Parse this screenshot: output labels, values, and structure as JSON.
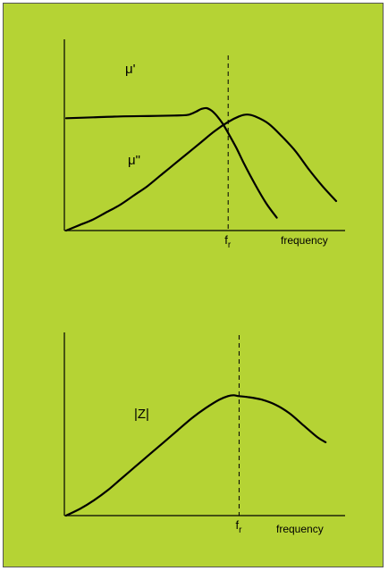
{
  "chart_data": [
    {
      "type": "line",
      "title": "",
      "xlabel": "frequency",
      "ylabel": "",
      "grid": false,
      "markers": [
        {
          "x": 0.6,
          "label_main": "f",
          "label_sub": "r"
        }
      ],
      "series": [
        {
          "name": "μ'",
          "x": [
            0.0,
            0.1,
            0.2,
            0.3,
            0.4,
            0.45,
            0.48,
            0.5,
            0.52,
            0.54,
            0.56,
            0.58,
            0.6,
            0.63,
            0.66,
            0.7,
            0.74,
            0.78
          ],
          "y": [
            0.61,
            0.615,
            0.62,
            0.622,
            0.625,
            0.628,
            0.645,
            0.66,
            0.665,
            0.65,
            0.62,
            0.58,
            0.53,
            0.45,
            0.36,
            0.25,
            0.15,
            0.07
          ]
        },
        {
          "name": "μ\"",
          "x": [
            0.0,
            0.05,
            0.1,
            0.15,
            0.2,
            0.25,
            0.3,
            0.35,
            0.4,
            0.45,
            0.5,
            0.55,
            0.6,
            0.64,
            0.67,
            0.7,
            0.75,
            0.8,
            0.85,
            0.9,
            0.95,
            1.0
          ],
          "y": [
            0.0,
            0.03,
            0.06,
            0.1,
            0.14,
            0.19,
            0.24,
            0.3,
            0.36,
            0.42,
            0.48,
            0.54,
            0.59,
            0.62,
            0.63,
            0.62,
            0.58,
            0.51,
            0.43,
            0.33,
            0.24,
            0.16
          ]
        }
      ]
    },
    {
      "type": "line",
      "title": "",
      "xlabel": "frequency",
      "ylabel": "",
      "grid": false,
      "markers": [
        {
          "x": 0.62,
          "label_main": "f",
          "label_sub": "r"
        }
      ],
      "series": [
        {
          "name": "|Z|",
          "x": [
            0.0,
            0.05,
            0.1,
            0.15,
            0.2,
            0.25,
            0.3,
            0.35,
            0.4,
            0.45,
            0.5,
            0.55,
            0.58,
            0.6,
            0.62,
            0.65,
            0.7,
            0.75,
            0.8,
            0.85,
            0.9,
            0.93
          ],
          "y": [
            0.0,
            0.04,
            0.09,
            0.15,
            0.22,
            0.29,
            0.36,
            0.43,
            0.5,
            0.57,
            0.63,
            0.68,
            0.7,
            0.705,
            0.7,
            0.695,
            0.68,
            0.65,
            0.6,
            0.53,
            0.46,
            0.43
          ]
        }
      ]
    }
  ]
}
